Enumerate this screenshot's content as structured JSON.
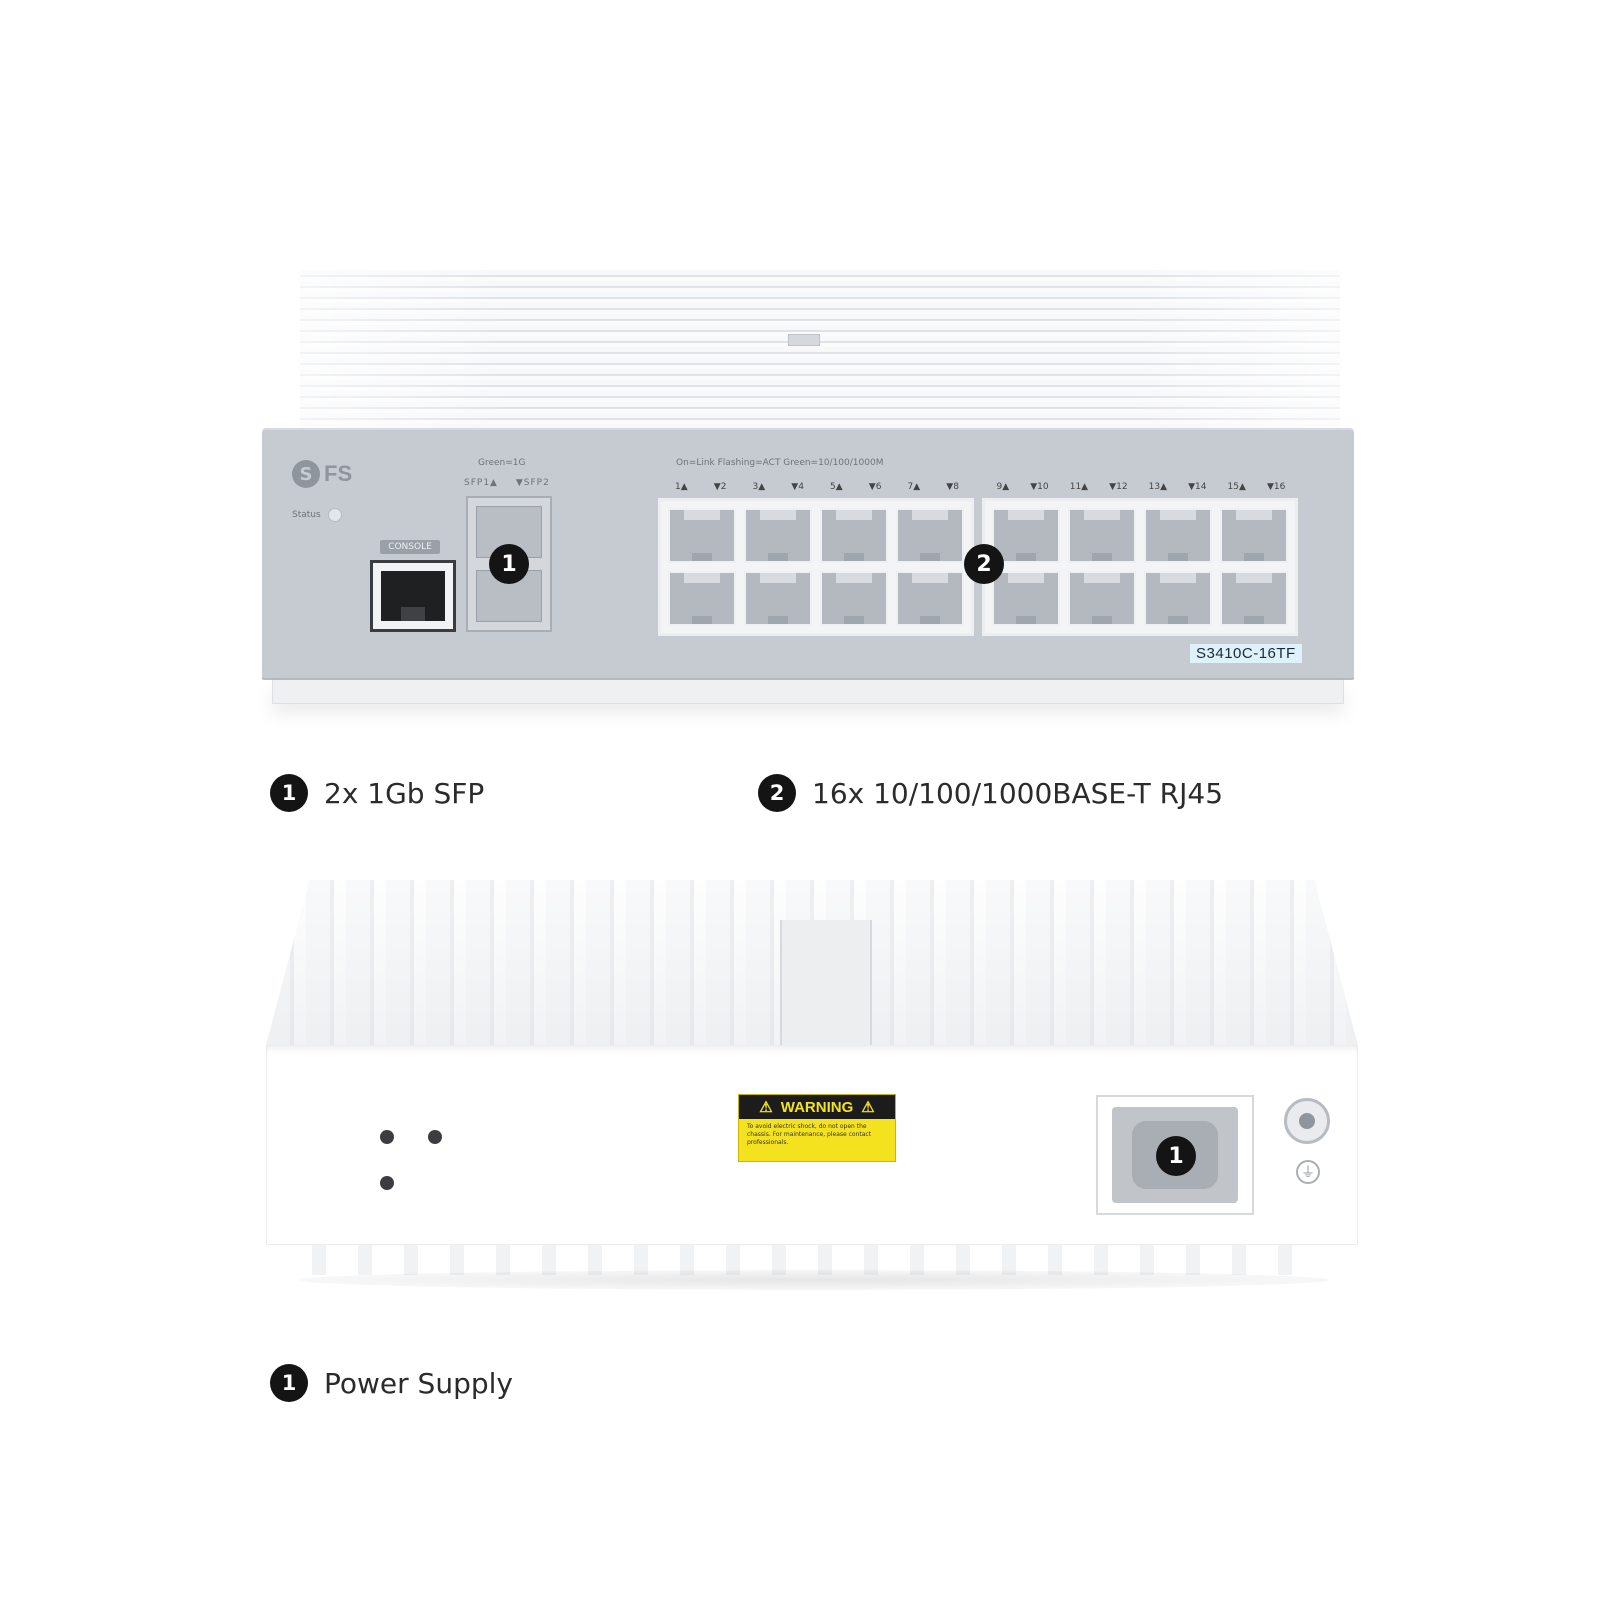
{
  "front": {
    "logo_text": "FS",
    "status_label": "Status",
    "console_label": "CONSOLE",
    "sfp_top_label": "Green=1G",
    "sfp_labels": [
      "SFP1▲",
      "▼SFP2"
    ],
    "led_legend": "On=Link  Flashing=ACT  Green=10/100/1000M",
    "port_numbers_left": [
      "1▲",
      "▼2",
      "3▲",
      "▼4",
      "5▲",
      "▼6",
      "7▲",
      "▼8"
    ],
    "port_numbers_right": [
      "9▲",
      "▼10",
      "11▲",
      "▼12",
      "13▲",
      "▼14",
      "15▲",
      "▼16"
    ],
    "model": "S3410C-16TF",
    "callouts": [
      "1",
      "2"
    ]
  },
  "captions": {
    "sfp": {
      "num": "1",
      "text": "2x 1Gb SFP"
    },
    "rj45": {
      "num": "2",
      "text": "16x 10/100/1000BASE-T RJ45"
    },
    "power": {
      "num": "1",
      "text": "Power Supply"
    }
  },
  "rear": {
    "warning_title": "WARNING",
    "warning_icon": "warning-triangle-icon",
    "warning_body": "To avoid electric shock, do not open the chassis. For maintenance, please contact professionals.",
    "callout": "1",
    "ground_icon": "ground-icon"
  }
}
